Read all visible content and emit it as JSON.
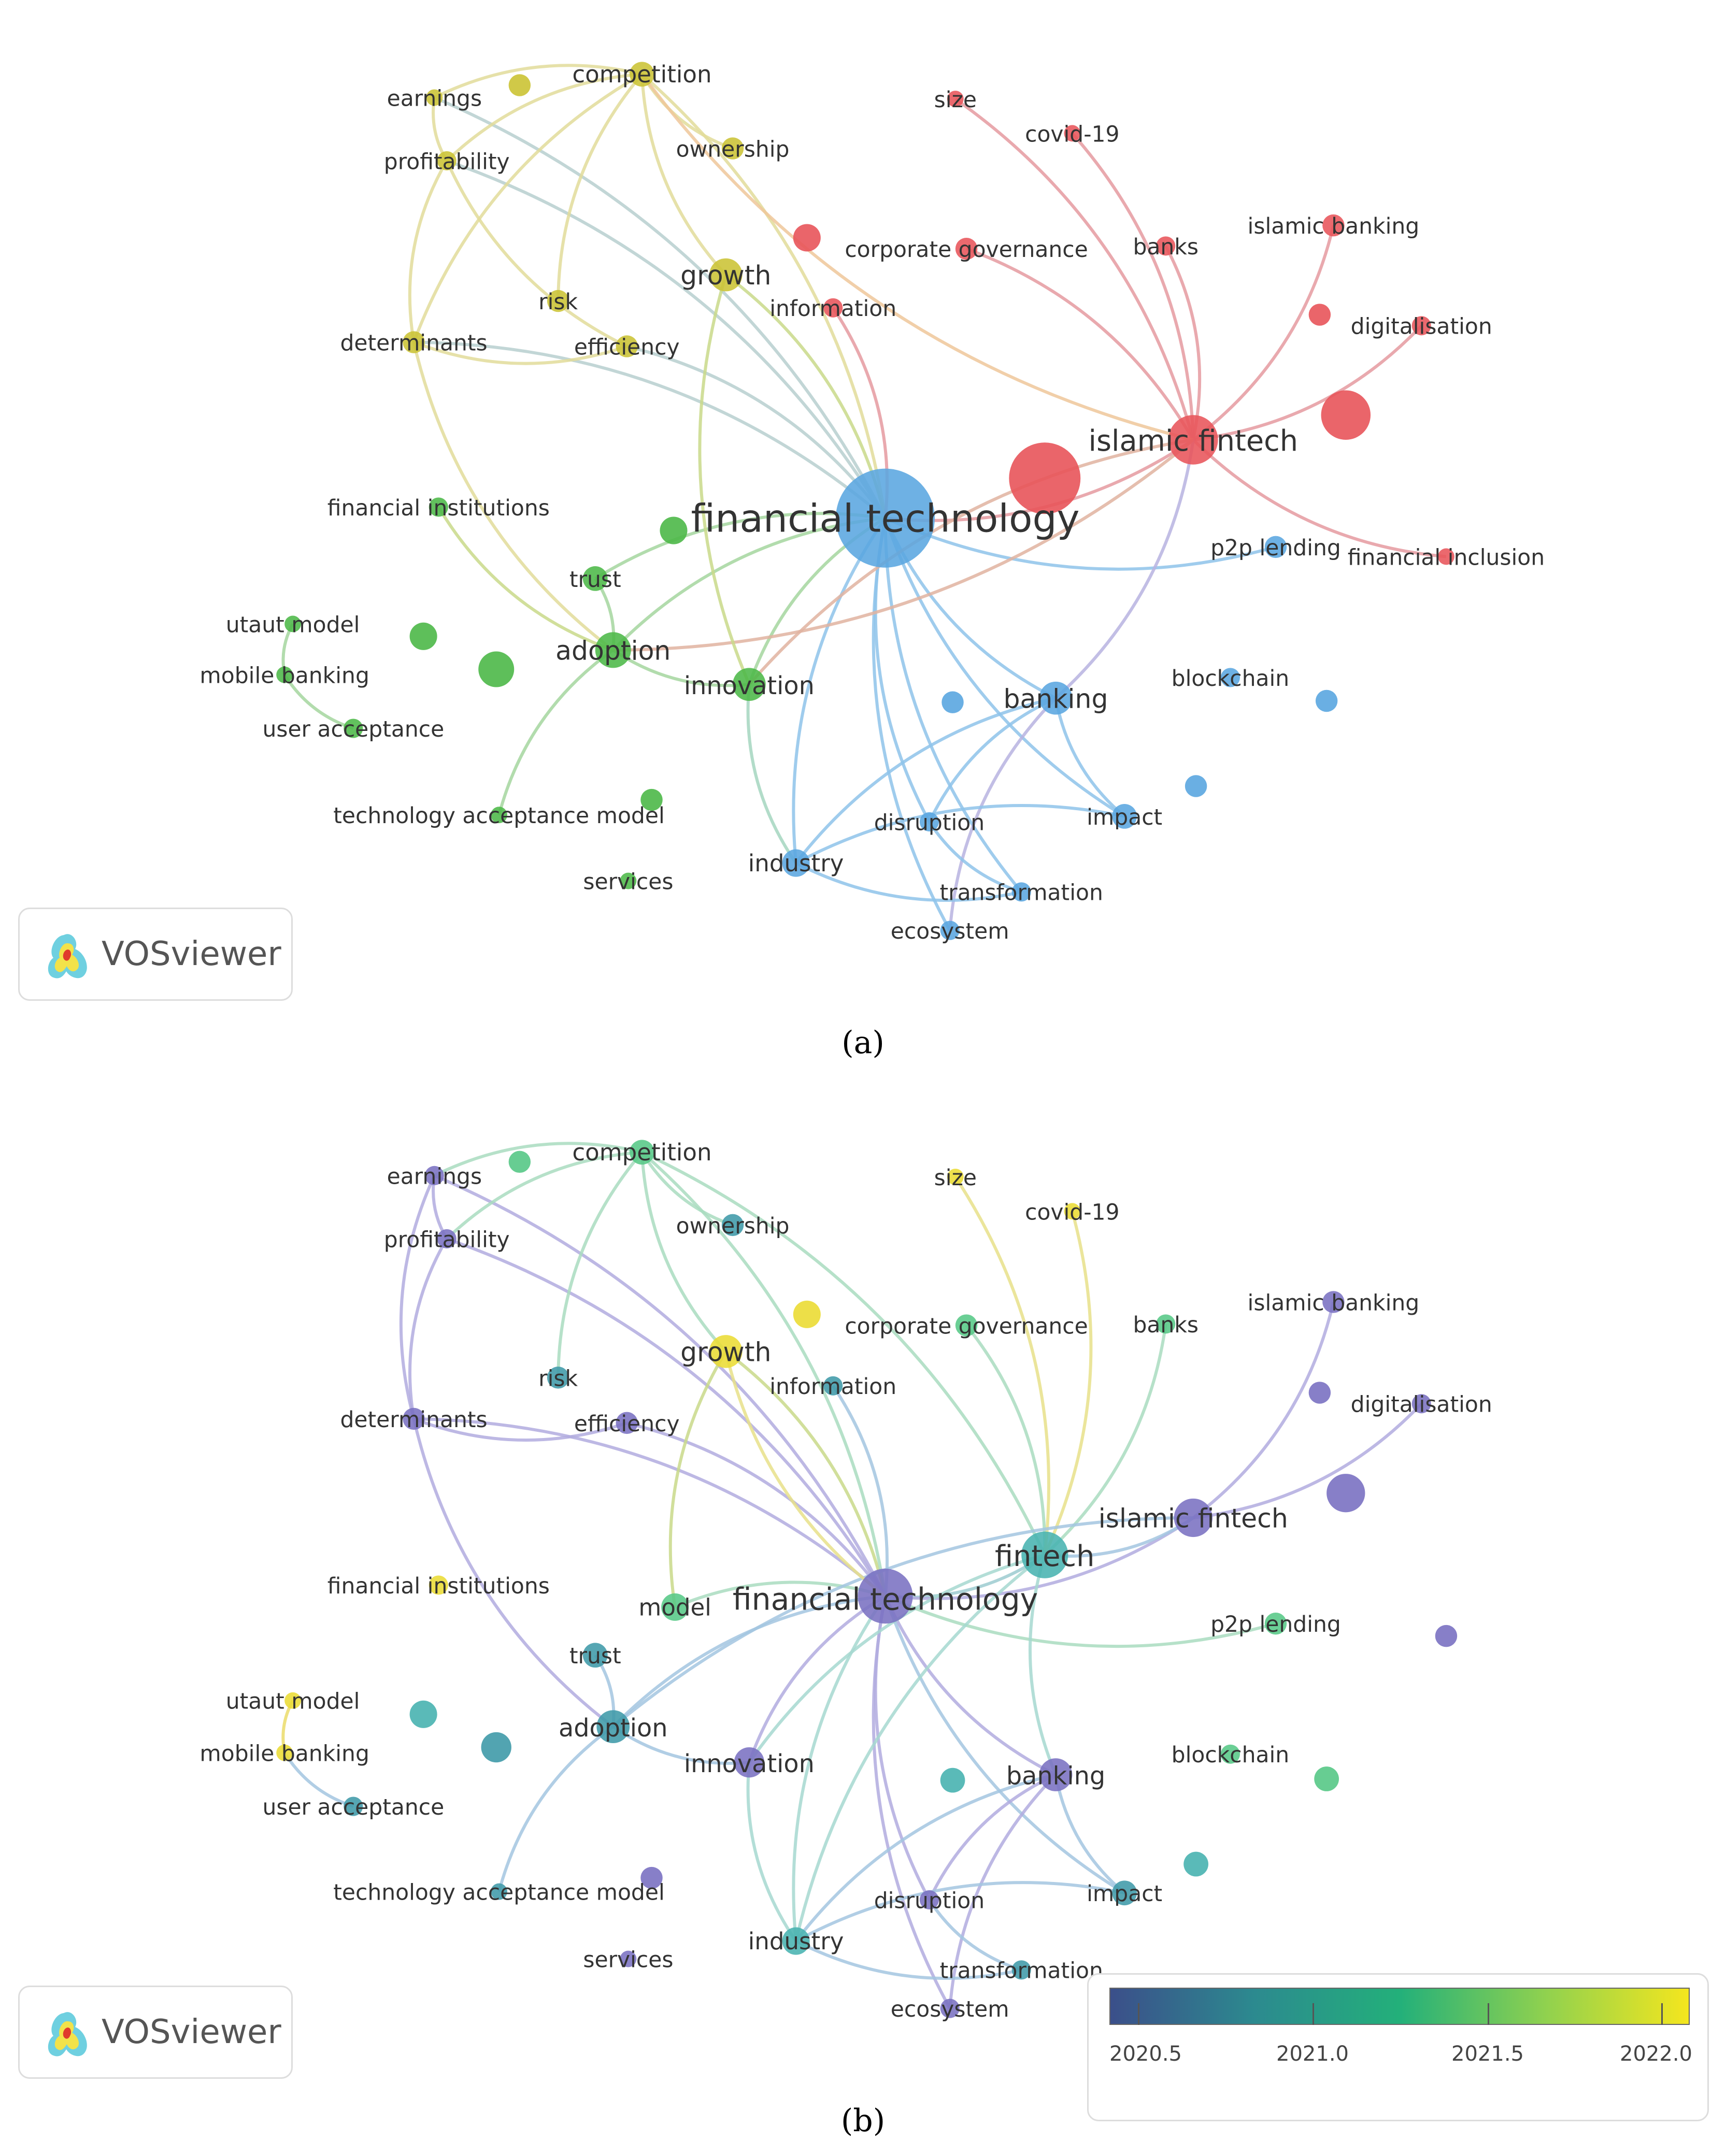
{
  "brand": {
    "name": "VOSviewer"
  },
  "captions": {
    "a": "(a)",
    "b": "(b)"
  },
  "legend": {
    "ticks": [
      "2020.5",
      "2021.0",
      "2021.5",
      "2022.0"
    ],
    "colors": [
      "#3b4f8a",
      "#2c8a8f",
      "#23b07a",
      "#8fd14f",
      "#f4e61e"
    ]
  },
  "cluster_colors": {
    "red": "#e8545a",
    "blue": "#5aa6e0",
    "green": "#4cb848",
    "yellow": "#cbc334"
  },
  "year_colors": {
    "purple": "#7a71c2",
    "teal": "#3f9aa8",
    "cyan": "#48b3b0",
    "green": "#56c886",
    "yellow": "#ebdc34"
  },
  "nodes_a": [
    {
      "label": "financial technology",
      "color": "blue"
    },
    {
      "label": "islamic fintech",
      "color": "red"
    },
    {
      "label": "banking",
      "color": "blue"
    },
    {
      "label": "innovation",
      "color": "green"
    },
    {
      "label": "adoption",
      "color": "green"
    },
    {
      "label": "growth",
      "color": "yellow"
    },
    {
      "label": "competition",
      "color": "yellow"
    },
    {
      "label": "earnings",
      "color": "yellow"
    },
    {
      "label": "profitability",
      "color": "yellow"
    },
    {
      "label": "ownership",
      "color": "yellow"
    },
    {
      "label": "determinants",
      "color": "yellow"
    },
    {
      "label": "risk",
      "color": "yellow"
    },
    {
      "label": "efficiency",
      "color": "yellow"
    },
    {
      "label": "information",
      "color": "red"
    },
    {
      "label": "corporate governance",
      "color": "red"
    },
    {
      "label": "size",
      "color": "red"
    },
    {
      "label": "covid-19",
      "color": "red"
    },
    {
      "label": "banks",
      "color": "red"
    },
    {
      "label": "islamic banking",
      "color": "red"
    },
    {
      "label": "digitalisation",
      "color": "red"
    },
    {
      "label": "financial inclusion",
      "color": "red"
    },
    {
      "label": "p2p lending",
      "color": "blue"
    },
    {
      "label": "blockchain",
      "color": "blue"
    },
    {
      "label": "impact",
      "color": "blue"
    },
    {
      "label": "disruption",
      "color": "blue"
    },
    {
      "label": "industry",
      "color": "blue"
    },
    {
      "label": "transformation",
      "color": "blue"
    },
    {
      "label": "ecosystem",
      "color": "blue"
    },
    {
      "label": "financial institutions",
      "color": "green"
    },
    {
      "label": "trust",
      "color": "green"
    },
    {
      "label": "utaut model",
      "color": "green"
    },
    {
      "label": "mobile banking",
      "color": "green"
    },
    {
      "label": "user acceptance",
      "color": "green"
    },
    {
      "label": "technology acceptance model",
      "color": "green"
    },
    {
      "label": "services",
      "color": "green"
    }
  ],
  "nodes_b": [
    {
      "label": "financial technology",
      "color": "purple"
    },
    {
      "label": "fintech",
      "color": "cyan"
    },
    {
      "label": "islamic fintech",
      "color": "purple"
    },
    {
      "label": "banking",
      "color": "purple"
    },
    {
      "label": "innovation",
      "color": "purple"
    },
    {
      "label": "adoption",
      "color": "teal"
    },
    {
      "label": "model",
      "color": "green"
    },
    {
      "label": "growth",
      "color": "yellow"
    },
    {
      "label": "competition",
      "color": "green"
    },
    {
      "label": "earnings",
      "color": "purple"
    },
    {
      "label": "profitability",
      "color": "purple"
    },
    {
      "label": "ownership",
      "color": "teal"
    },
    {
      "label": "determinants",
      "color": "purple"
    },
    {
      "label": "risk",
      "color": "teal"
    },
    {
      "label": "efficiency",
      "color": "purple"
    },
    {
      "label": "information",
      "color": "teal"
    },
    {
      "label": "corporate governance",
      "color": "green"
    },
    {
      "label": "size",
      "color": "yellow"
    },
    {
      "label": "covid-19",
      "color": "yellow"
    },
    {
      "label": "banks",
      "color": "green"
    },
    {
      "label": "islamic banking",
      "color": "purple"
    },
    {
      "label": "digitalisation",
      "color": "purple"
    },
    {
      "label": "p2p lending",
      "color": "green"
    },
    {
      "label": "blockchain",
      "color": "green"
    },
    {
      "label": "impact",
      "color": "teal"
    },
    {
      "label": "disruption",
      "color": "purple"
    },
    {
      "label": "industry",
      "color": "cyan"
    },
    {
      "label": "transformation",
      "color": "teal"
    },
    {
      "label": "ecosystem",
      "color": "purple"
    },
    {
      "label": "financial institutions",
      "color": "yellow"
    },
    {
      "label": "trust",
      "color": "teal"
    },
    {
      "label": "utaut model",
      "color": "yellow"
    },
    {
      "label": "mobile banking",
      "color": "yellow"
    },
    {
      "label": "user acceptance",
      "color": "teal"
    },
    {
      "label": "technology acceptance model",
      "color": "teal"
    },
    {
      "label": "services",
      "color": "purple"
    }
  ]
}
